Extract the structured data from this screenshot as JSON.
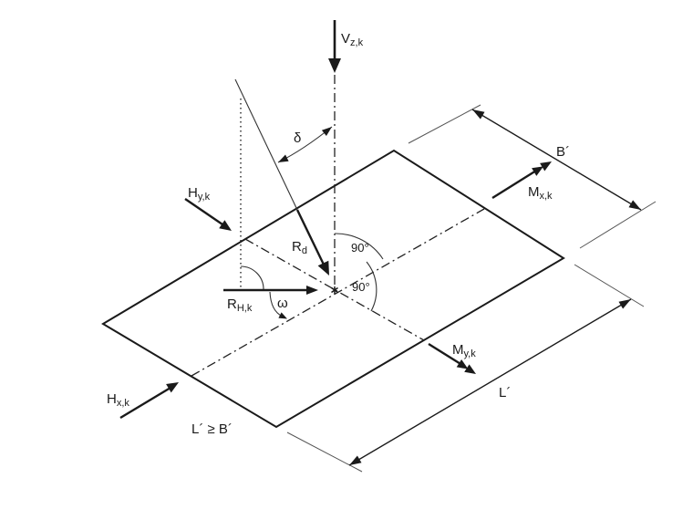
{
  "colors": {
    "plate_fill": "#cccccc",
    "line": "#1a1a1a",
    "extension_line": "#555555"
  },
  "labels": {
    "vertical_load": {
      "main": "V",
      "sub": "z,k"
    },
    "horizontal_load_y": {
      "main": "H",
      "sub": "y,k"
    },
    "horizontal_load_x": {
      "main": "H",
      "sub": "x,k"
    },
    "design_resultant": {
      "main": "R",
      "sub": "d"
    },
    "horizontal_resultant": {
      "main": "R",
      "sub": "H,k"
    },
    "moment_x": {
      "main": "M",
      "sub": "x,k"
    },
    "moment_y": {
      "main": "M",
      "sub": "y,k"
    },
    "angle_delta": "δ",
    "angle_omega": "ω",
    "right_angle_upper": "90°",
    "right_angle_lower": "90°",
    "width_dimension": "B´",
    "length_dimension": "L´",
    "condition": "L´ ≥ B´"
  }
}
